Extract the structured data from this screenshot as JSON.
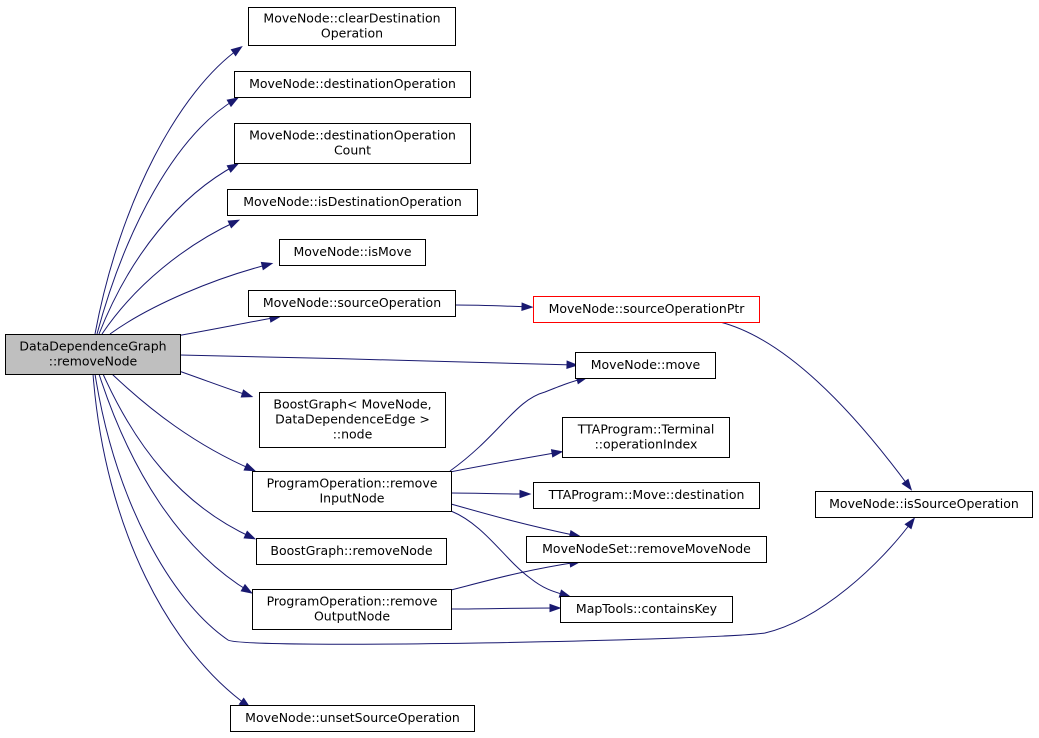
{
  "colors": {
    "edge": "#191970",
    "root_fill": "#bfbfbf",
    "highlight_border": "#ff0000",
    "border": "#000000"
  },
  "nodes": [
    {
      "id": "root",
      "lines": [
        "DataDependenceGraph",
        "::removeNode"
      ],
      "style": "root"
    },
    {
      "id": "clearDest",
      "lines": [
        "MoveNode::clearDestination",
        "Operation"
      ]
    },
    {
      "id": "destOp",
      "lines": [
        "MoveNode::destinationOperation"
      ]
    },
    {
      "id": "destOpCount",
      "lines": [
        "MoveNode::destinationOperation",
        "Count"
      ]
    },
    {
      "id": "isDestOp",
      "lines": [
        "MoveNode::isDestinationOperation"
      ]
    },
    {
      "id": "isMove",
      "lines": [
        "MoveNode::isMove"
      ]
    },
    {
      "id": "srcOp",
      "lines": [
        "MoveNode::sourceOperation"
      ]
    },
    {
      "id": "srcOpPtr",
      "lines": [
        "MoveNode::sourceOperationPtr"
      ],
      "style": "red"
    },
    {
      "id": "move",
      "lines": [
        "MoveNode::move"
      ]
    },
    {
      "id": "bgNode",
      "lines": [
        "BoostGraph< MoveNode,",
        "DataDependenceEdge >",
        "::node"
      ]
    },
    {
      "id": "opIndex",
      "lines": [
        "TTAProgram::Terminal",
        "::operationIndex"
      ]
    },
    {
      "id": "removeInput",
      "lines": [
        "ProgramOperation::remove",
        "InputNode"
      ]
    },
    {
      "id": "moveDest",
      "lines": [
        "TTAProgram::Move::destination"
      ]
    },
    {
      "id": "isSrcOp",
      "lines": [
        "MoveNode::isSourceOperation"
      ]
    },
    {
      "id": "removeMoveNode",
      "lines": [
        "MoveNodeSet::removeMoveNode"
      ]
    },
    {
      "id": "bgRemoveNode",
      "lines": [
        "BoostGraph::removeNode"
      ]
    },
    {
      "id": "removeOutput",
      "lines": [
        "ProgramOperation::remove",
        "OutputNode"
      ]
    },
    {
      "id": "containsKey",
      "lines": [
        "MapTools::containsKey"
      ]
    },
    {
      "id": "unsetSrc",
      "lines": [
        "MoveNode::unsetSourceOperation"
      ]
    }
  ],
  "edges": [
    {
      "from": "root",
      "to": "clearDest"
    },
    {
      "from": "root",
      "to": "destOp"
    },
    {
      "from": "root",
      "to": "destOpCount"
    },
    {
      "from": "root",
      "to": "isDestOp"
    },
    {
      "from": "root",
      "to": "isMove"
    },
    {
      "from": "root",
      "to": "srcOp"
    },
    {
      "from": "root",
      "to": "move"
    },
    {
      "from": "root",
      "to": "bgNode"
    },
    {
      "from": "root",
      "to": "removeInput"
    },
    {
      "from": "root",
      "to": "bgRemoveNode"
    },
    {
      "from": "root",
      "to": "removeOutput"
    },
    {
      "from": "root",
      "to": "isSrcOp"
    },
    {
      "from": "root",
      "to": "unsetSrc"
    },
    {
      "from": "srcOp",
      "to": "srcOpPtr"
    },
    {
      "from": "srcOpPtr",
      "to": "isSrcOp"
    },
    {
      "from": "removeInput",
      "to": "move"
    },
    {
      "from": "removeInput",
      "to": "opIndex"
    },
    {
      "from": "removeInput",
      "to": "moveDest"
    },
    {
      "from": "removeInput",
      "to": "removeMoveNode"
    },
    {
      "from": "removeInput",
      "to": "containsKey"
    },
    {
      "from": "removeOutput",
      "to": "removeMoveNode"
    },
    {
      "from": "removeOutput",
      "to": "containsKey"
    }
  ]
}
